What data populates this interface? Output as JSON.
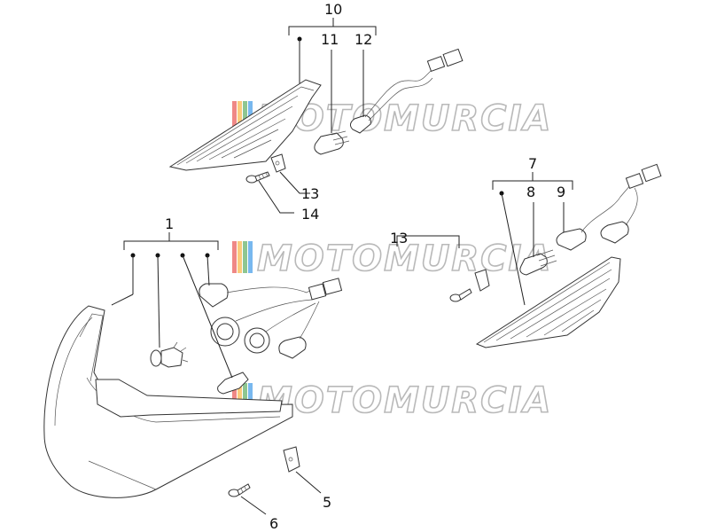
{
  "callouts": {
    "n1": "1",
    "n5": "5",
    "n6": "6",
    "n7": "7",
    "n8": "8",
    "n9": "9",
    "n10": "10",
    "n11": "11",
    "n12": "12",
    "n13a": "13",
    "n13b": "13",
    "n14": "14"
  },
  "watermark": {
    "text": "MOTOMURCIA",
    "colors": [
      "#e53935",
      "#f9a825",
      "#43a047",
      "#1e88e5"
    ]
  }
}
